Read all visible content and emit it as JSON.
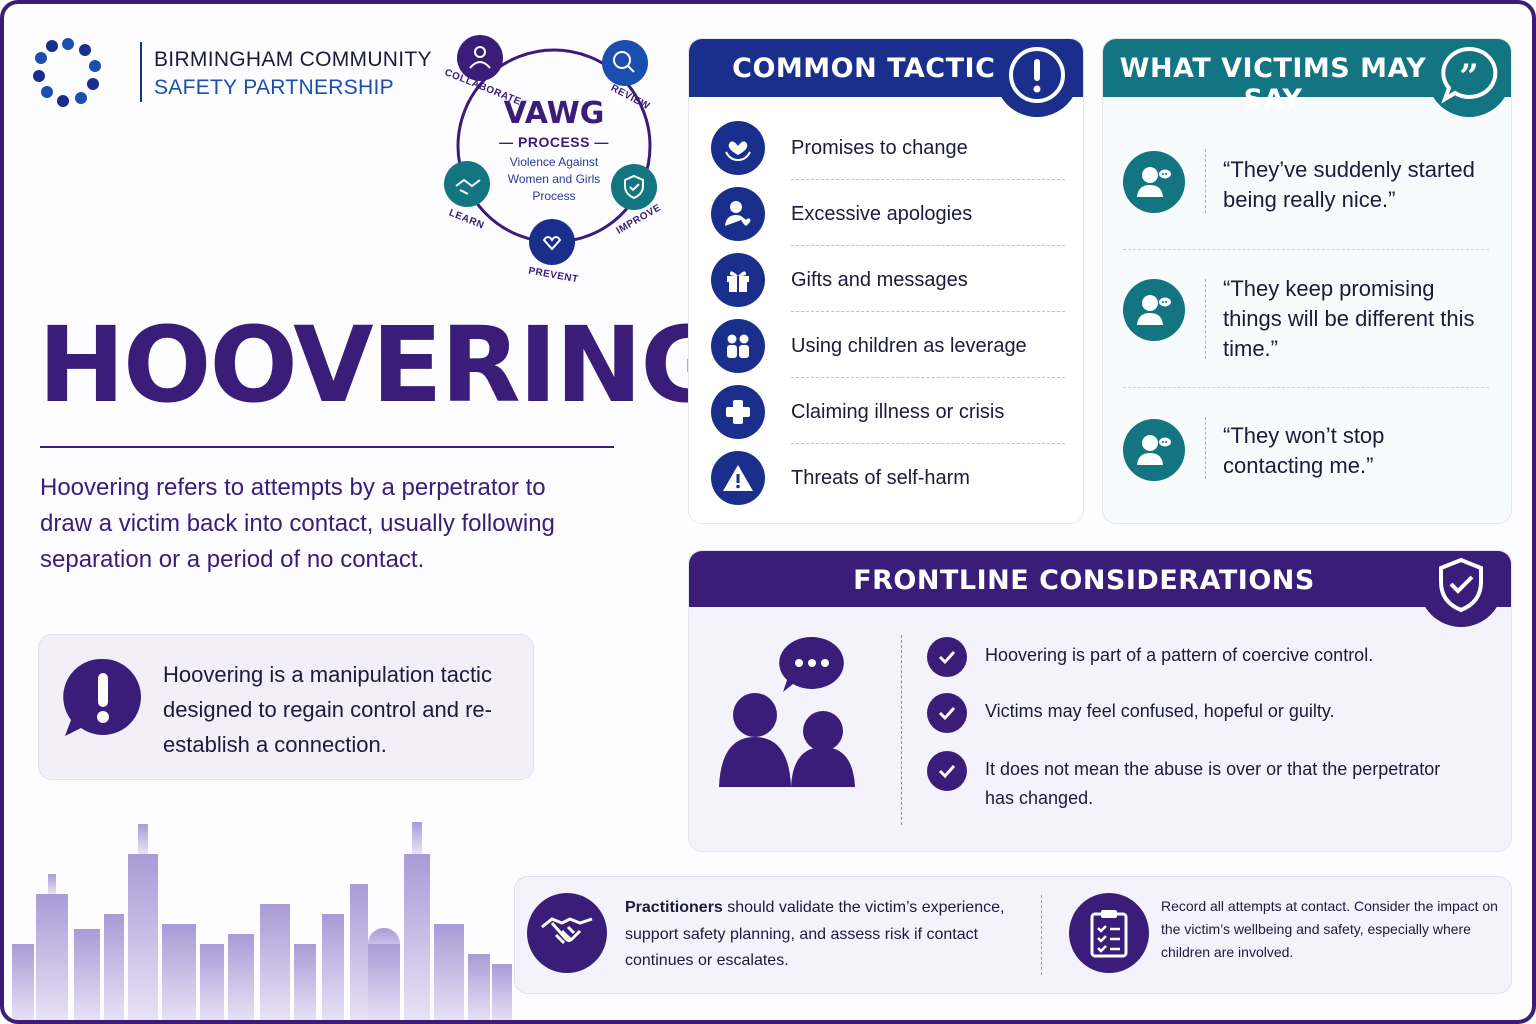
{
  "logo": {
    "line1": "BIRMINGHAM COMMUNITY",
    "line2": "SAFETY PARTNERSHIP"
  },
  "vawg": {
    "title": "VAWG",
    "subtitle": "— PROCESS —",
    "description": "Violence Against Women and Girls Process",
    "steps": [
      "COLLABORATE",
      "REVIEW",
      "IMPROVE",
      "PREVENT",
      "LEARN"
    ]
  },
  "hero": {
    "title": "HOOVERING",
    "intro": "Hoovering refers to attempts by a perpetrator to draw a victim back into contact, usually following separation or a period of no contact.",
    "note": "Hoovering is a manipulation tactic designed to regain control and re-establish a connection."
  },
  "tactics": {
    "heading": "COMMON TACTICS",
    "items": [
      {
        "label": "Promises to change",
        "icon": "heart-hands-icon"
      },
      {
        "label": "Excessive apologies",
        "icon": "person-heart-icon"
      },
      {
        "label": "Gifts and messages",
        "icon": "gift-icon"
      },
      {
        "label": "Using children as leverage",
        "icon": "children-icon"
      },
      {
        "label": "Claiming illness or crisis",
        "icon": "medical-cross-icon"
      },
      {
        "label": "Threats of self-harm",
        "icon": "warning-icon"
      }
    ]
  },
  "victims": {
    "heading": "WHAT VICTIMS MAY SAY",
    "quotes": [
      "“They’ve suddenly started being really nice.”",
      "“They keep promising things will be different this time.”",
      "“They won’t stop contacting me.”"
    ]
  },
  "frontline": {
    "heading": "FRONTLINE CONSIDERATIONS",
    "points": [
      "Hoovering is part of a pattern of coercive control.",
      "Victims may feel confused, hopeful or guilty.",
      "It does not mean the abuse is over or that the perpetrator has changed."
    ]
  },
  "bottom": {
    "practitioners_lead": "Practitioners",
    "practitioners_rest": " should validate the victim’s experience, support safety planning, and assess risk if contact continues or escalates.",
    "record": "Record all attempts at contact. Consider the impact on the victim’s wellbeing and safety, especially where children are involved."
  },
  "colors": {
    "purple": "#3a1d78",
    "navy": "#1a2f8c",
    "teal": "#137582",
    "lavender": "#f4f2fa"
  }
}
